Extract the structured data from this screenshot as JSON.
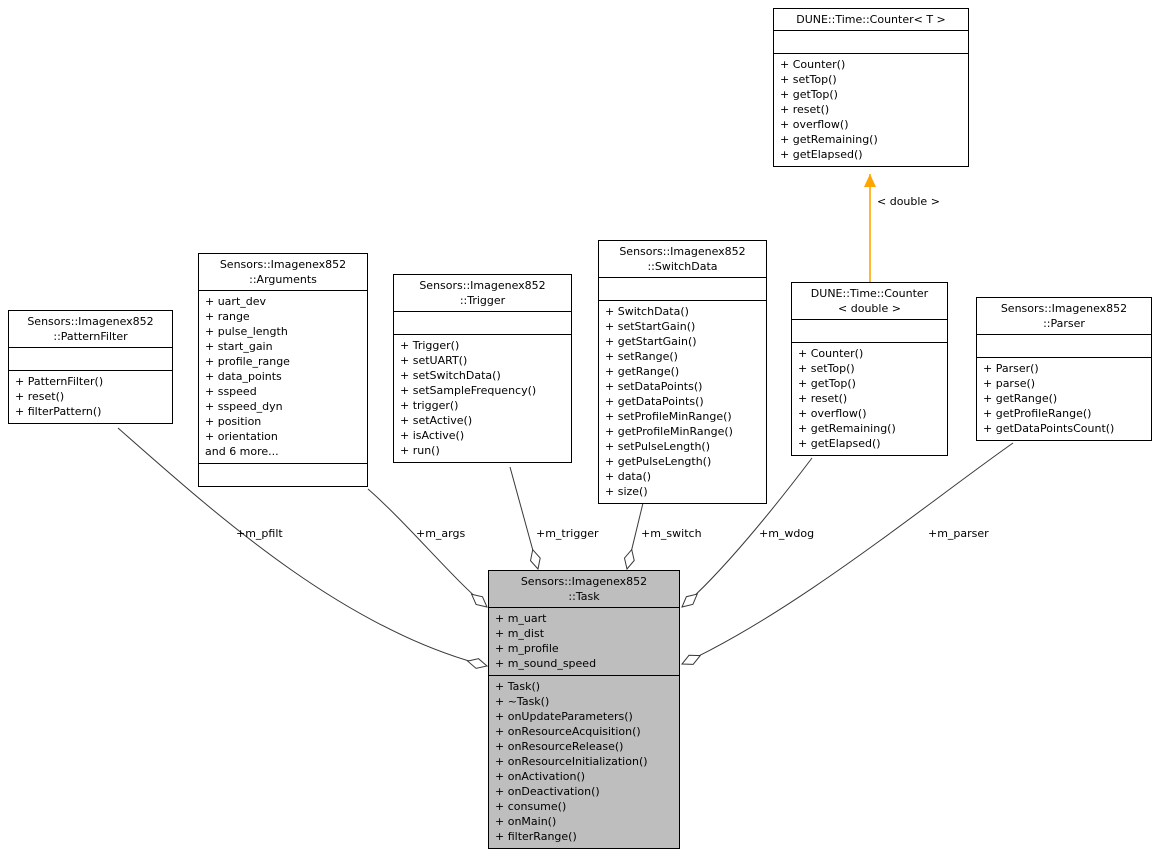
{
  "diagram": {
    "type": "uml-collaboration-diagram",
    "colors": {
      "template_arrow": "#ffa500",
      "edge_line": "#383838",
      "box_border": "#000000",
      "current_class_fill": "#bebebe",
      "class_fill": "#ffffff"
    }
  },
  "classes": {
    "counter_t": {
      "title": "DUNE::Time::Counter< T >",
      "attributes": [],
      "methods": [
        "+ Counter()",
        "+ setTop()",
        "+ getTop()",
        "+ reset()",
        "+ overflow()",
        "+ getRemaining()",
        "+ getElapsed()"
      ]
    },
    "pattern_filter": {
      "title": "Sensors::Imagenex852\n::PatternFilter",
      "attributes": [],
      "methods": [
        "+ PatternFilter()",
        "+ reset()",
        "+ filterPattern()"
      ]
    },
    "arguments": {
      "title": "Sensors::Imagenex852\n::Arguments",
      "attributes": [
        "+ uart_dev",
        "+ range",
        "+ pulse_length",
        "+ start_gain",
        "+ profile_range",
        "+ data_points",
        "+ sspeed",
        "+ sspeed_dyn",
        "+ position",
        "+ orientation",
        "and 6 more..."
      ],
      "methods": []
    },
    "trigger": {
      "title": "Sensors::Imagenex852\n::Trigger",
      "attributes": [],
      "methods": [
        "+ Trigger()",
        "+ setUART()",
        "+ setSwitchData()",
        "+ setSampleFrequency()",
        "+ trigger()",
        "+ setActive()",
        "+ isActive()",
        "+ run()"
      ]
    },
    "switch_data": {
      "title": "Sensors::Imagenex852\n::SwitchData",
      "attributes": [],
      "methods": [
        "+ SwitchData()",
        "+ setStartGain()",
        "+ getStartGain()",
        "+ setRange()",
        "+ getRange()",
        "+ setDataPoints()",
        "+ getDataPoints()",
        "+ setProfileMinRange()",
        "+ getProfileMinRange()",
        "+ setPulseLength()",
        "+ getPulseLength()",
        "+ data()",
        "+ size()"
      ]
    },
    "counter_double": {
      "title": "DUNE::Time::Counter\n< double >",
      "attributes": [],
      "methods": [
        "+ Counter()",
        "+ setTop()",
        "+ getTop()",
        "+ reset()",
        "+ overflow()",
        "+ getRemaining()",
        "+ getElapsed()"
      ]
    },
    "parser": {
      "title": "Sensors::Imagenex852\n::Parser",
      "attributes": [],
      "methods": [
        "+ Parser()",
        "+ parse()",
        "+ getRange()",
        "+ getProfileRange()",
        "+ getDataPointsCount()"
      ]
    },
    "task": {
      "title": "Sensors::Imagenex852\n::Task",
      "attributes": [
        "+ m_uart",
        "+ m_dist",
        "+ m_profile",
        "+ m_sound_speed"
      ],
      "methods": [
        "+ Task()",
        "+ ~Task()",
        "+ onUpdateParameters()",
        "+ onResourceAcquisition()",
        "+ onResourceRelease()",
        "+ onResourceInitialization()",
        "+ onActivation()",
        "+ onDeactivation()",
        "+ consume()",
        "+ onMain()",
        "+ filterRange()"
      ]
    }
  },
  "edges": {
    "pfilt_label": "+m_pfilt",
    "args_label": "+m_args",
    "trigger_label": "+m_trigger",
    "switch_label": "+m_switch",
    "wdog_label": "+m_wdog",
    "parser_label": "+m_parser",
    "template_label": "< double >"
  }
}
